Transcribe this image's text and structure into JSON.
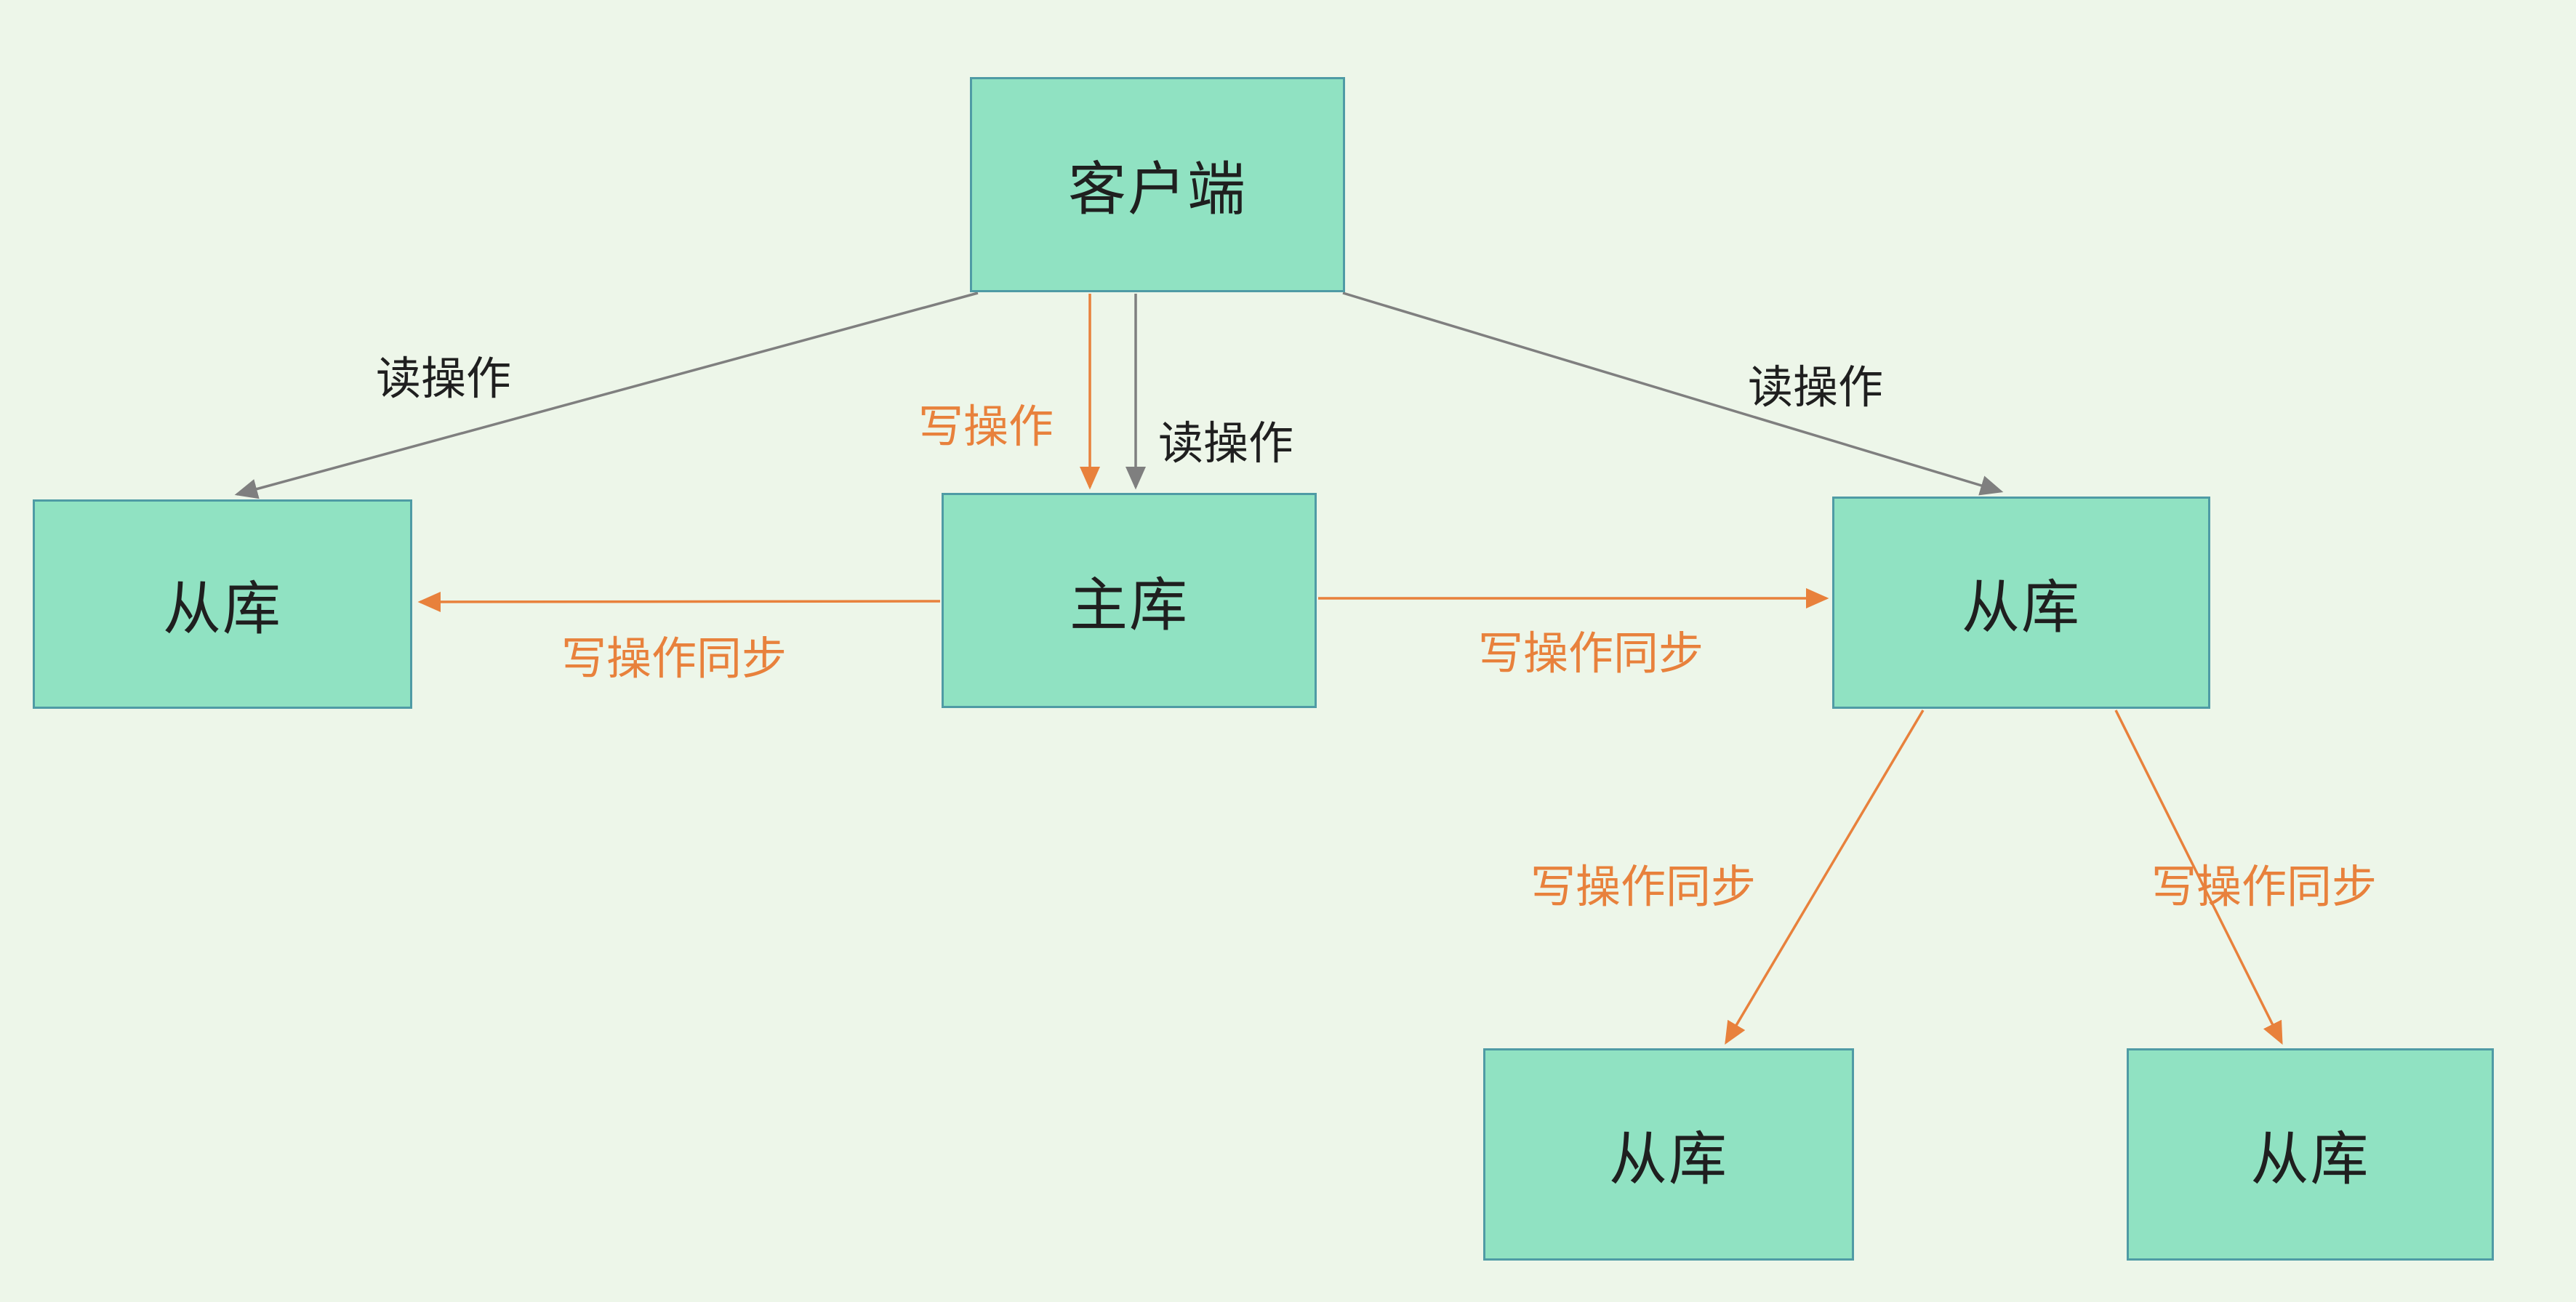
{
  "diagram": {
    "type": "architecture-diagram",
    "topic": "database read-write splitting / master-slave replication",
    "colors": {
      "background": "#EDF6E9",
      "node_fill": "#90E2C2",
      "node_border": "#4F9BA5",
      "read_arrow": "#7F7F7F",
      "write_arrow": "#E8813C",
      "text": "#1F1F1F"
    },
    "nodes": {
      "client": {
        "label": "客户端"
      },
      "master": {
        "label": "主库"
      },
      "slave_left": {
        "label": "从库"
      },
      "slave_right": {
        "label": "从库"
      },
      "slave_bottom_left": {
        "label": "从库"
      },
      "slave_bottom_right": {
        "label": "从库"
      }
    },
    "edge_labels": {
      "read_left": "读操作",
      "write": "写操作",
      "read_mid": "读操作",
      "read_right": "读操作",
      "sync_left": "写操作同步",
      "sync_right": "写操作同步",
      "sync_bottom_left": "写操作同步",
      "sync_bottom_right": "写操作同步"
    },
    "edges": [
      {
        "from": "client",
        "to": "slave_left",
        "label": "读操作",
        "type": "read"
      },
      {
        "from": "client",
        "to": "master",
        "label": "写操作",
        "type": "write"
      },
      {
        "from": "client",
        "to": "master",
        "label": "读操作",
        "type": "read"
      },
      {
        "from": "client",
        "to": "slave_right",
        "label": "读操作",
        "type": "read"
      },
      {
        "from": "master",
        "to": "slave_left",
        "label": "写操作同步",
        "type": "write"
      },
      {
        "from": "master",
        "to": "slave_right",
        "label": "写操作同步",
        "type": "write"
      },
      {
        "from": "slave_right",
        "to": "slave_bottom_left",
        "label": "写操作同步",
        "type": "write"
      },
      {
        "from": "slave_right",
        "to": "slave_bottom_right",
        "label": "写操作同步",
        "type": "write"
      }
    ]
  }
}
